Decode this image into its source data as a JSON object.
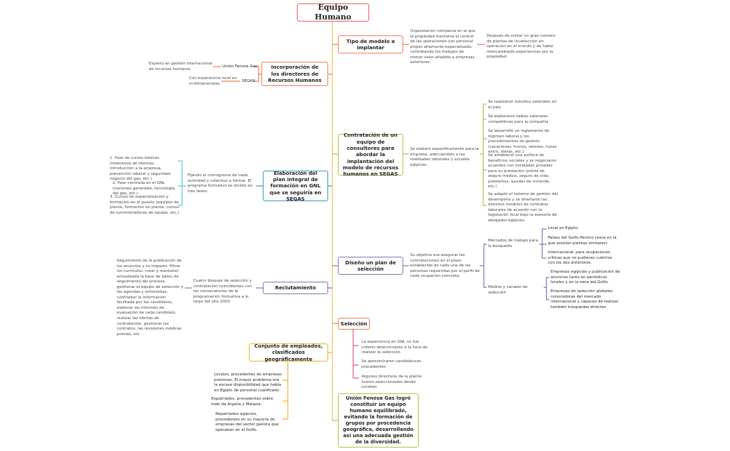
{
  "root": "Equipo Humano",
  "colors": {
    "trunk": "#f5c242",
    "orange": "#f07c52",
    "green": "#a8c63a",
    "teal": "#2a9bb0",
    "purple": "#8b6bb5",
    "cyan": "#58c8d8",
    "pink": "#d95a8a",
    "red": "#e05a5a",
    "gold": "#f0b030"
  },
  "tipo": {
    "title": "Tipo de modelo a implantar",
    "desc": "Organización compacta en la que la propiedad mantiene el control de las operaciones con personal propio altamente especializado, contratando los trabajos de menor valor añadido a empresas exteriores.",
    "note": "Después de visitar un gran número de plantas de licuefacción en operación en el mundo y de haber intercambiado experiencias por la propiedad."
  },
  "incorporacion": {
    "title": "Incorporación de los directores de Recursos Humanos",
    "items": [
      {
        "label": "Unión Fenosa Gas",
        "text": "Experto en gestión internacional de recursos humanos"
      },
      {
        "label": "SEGAS",
        "text": "Con experiencia local en multinacionales"
      }
    ]
  },
  "contratacion": {
    "title": "Contratación de un equipo de consultores para abordar la implantación del modelo de recursos humanos en SEGAS",
    "desc": "Se elaboró específicamente para la empresa, adecuándolo a las realidades laborales y sociales egipcias.",
    "items": [
      "Se realizaron estudios salariales en el país.",
      "Se elaboraron tablas salariales competitivas para la compañía",
      "Se desarrolló un reglamento de régimen laboral y los procedimientos de gestión (vacaciones, turnos, retenes, horas extra, dietas, etc.)",
      "Se estableció una política de beneficios sociales y se negociaron acuerdos con entidades privadas para su prestación (póliza de seguro médico, seguro de vida, préstamos, ayudas de vivienda, etc.)",
      "Se adaptó el sistema de gestión del desempeño y se diseñaron los distintos modelos de contratos laborales de acuerdo con la legislación local bajo la asesoría de abogados egipcios."
    ]
  },
  "elaboracion": {
    "title": "Elaboración del plan integral de formación en GNL que se seguiría en SEGAS",
    "desc": "Fijando el cronograma de cada actividad y colectivo a formar. El programa formativo se dividió en tres fases:",
    "phases": [
      "1. Fase de cursos básicos (intensivos de idiomas, introducción a la empresa, prevención laboral y seguridad, negocio del gas, etc.)",
      "2. Fase centrada en el GNL (nociones generales, tecnología del gas, etc.).",
      "3. Cursos de especialización y formación en el puesto (equipos de planta, formación en planta, cursos de suministradores de equipo, etc.)"
    ]
  },
  "diseno": {
    "title": "Diseño un plan de selección",
    "desc": "Su objetivo era asegurar las contrataciones en el plazo establecido de cada una de las personas requeridas por el perfil de cada ocupación concreta.",
    "mercados": {
      "label": "Mercados de trabajo para la búsqueda",
      "items": [
        "Local en Egipto.",
        "Países del Golfo Pérsico (zona en la que existían plantas similares).",
        "Internacional, para ocupaciones críticas que no pudieran cubrirse con los dos anteriores."
      ]
    },
    "medios": {
      "label": "Medios y canales de selección",
      "items": [
        "Empresas egipcias y publicación de anuncios tanto en periódicos locales y en la zona del Golfo.",
        "Empresas de selección globales conocedoras del mercado internacional y capaces de realizar también búsquedas directas."
      ]
    }
  },
  "reclutamiento": {
    "title": "Reclutamiento",
    "desc": "Cuatro bloques de selección y contratación coincidentes con las convocatorias de la programación formativa a lo largo del año 2003.",
    "note": "Seguimiento de la publicación de los anuncios y su impacto, filtrar los currículos, crear y mantener actualizada la base de datos de seguimiento del proceso, gestionar el equipo de selección y las agendas y entrevistas, contrastar la información facilitada por los candidatos, elaborar los informes de evaluación de cada candidato, realizar las ofertas de contratación, gestionar los contratos, las revisiones médicas previas, etc."
  },
  "seleccion": {
    "title": "Selección",
    "items": [
      "La experiencia en GNL no fue criterio determinante a la hora de realizar la selección.",
      "Se aprovecharon candidaturas procedentes",
      "Algunos directivos de la planta fueron seleccionados desde Londres"
    ]
  },
  "conjunto": {
    "title": "Conjunto de empleados, clasificados geográficamente",
    "items": [
      "Locales, procedentes de empresas próximas. El mayor problema era la escasa disponibilidad que había en Egipto de personal cualificado.",
      "Expatriados, procedentes sobre todo de Argelia y Malasia.",
      "Repatriados egipcios, procedentes en su mayoría de empresas del sector gasista que operaban en el Golfo."
    ]
  },
  "conclusion": "Unión Fenosa Gas logró constituir un equipo humano equilibrado, evitando la formación de grupos por procedencia geográfica, desarrollando así una adecuada gestión de la diversidad."
}
